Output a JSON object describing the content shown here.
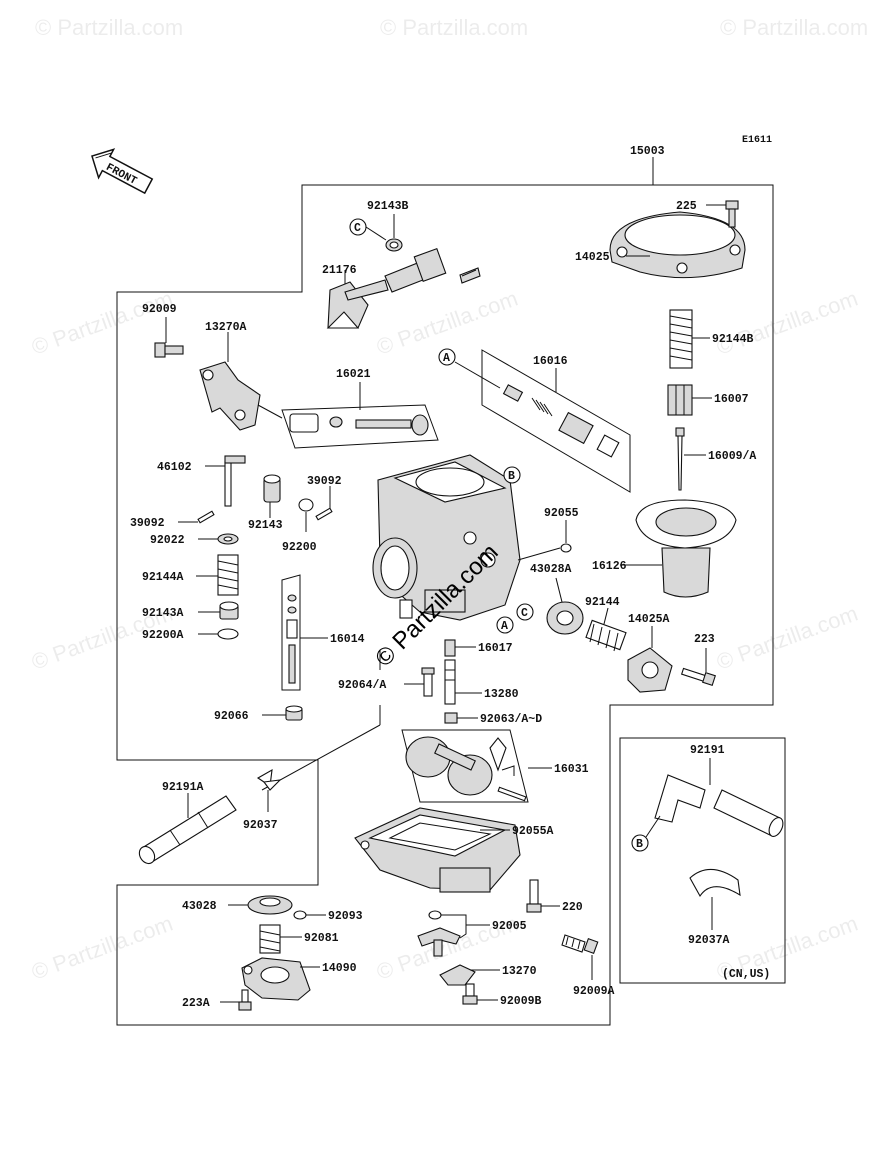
{
  "diagram_code": "E1611",
  "front_label": "FRONT",
  "watermark": "© Partzilla.com",
  "region_note": "(CN,US)",
  "ref_markers": {
    "a": "A",
    "b": "B",
    "c": "C"
  },
  "parts": {
    "p15003": "15003",
    "p225": "225",
    "p14025": "14025",
    "p92143B": "92143B",
    "p21176": "21176",
    "p92009": "92009",
    "p13270A": "13270A",
    "p16021": "16021",
    "p16016": "16016",
    "p92144B": "92144B",
    "p16007": "16007",
    "p16009A": "16009/A",
    "p46102": "46102",
    "p39092a": "39092",
    "p39092b": "39092",
    "p92143": "92143",
    "p92200": "92200",
    "p92022": "92022",
    "p92144A": "92144A",
    "p92143A": "92143A",
    "p92200A": "92200A",
    "p16014": "16014",
    "p92055": "92055",
    "p43028A": "43028A",
    "p16126": "16126",
    "p92144": "92144",
    "p14025A": "14025A",
    "p223": "223",
    "p16017": "16017",
    "p92064A": "92064/A",
    "p13280": "13280",
    "p92066": "92066",
    "p92063AD": "92063/A~D",
    "p16031": "16031",
    "p92191A": "92191A",
    "p92037": "92037",
    "p92055A": "92055A",
    "p92191": "92191",
    "p92037A": "92037A",
    "p43028": "43028",
    "p92093": "92093",
    "p92081": "92081",
    "p14090": "14090",
    "p223A": "223A",
    "p220": "220",
    "p92005": "92005",
    "p13270": "13270",
    "p92009A": "92009A",
    "p92009B": "92009B"
  }
}
